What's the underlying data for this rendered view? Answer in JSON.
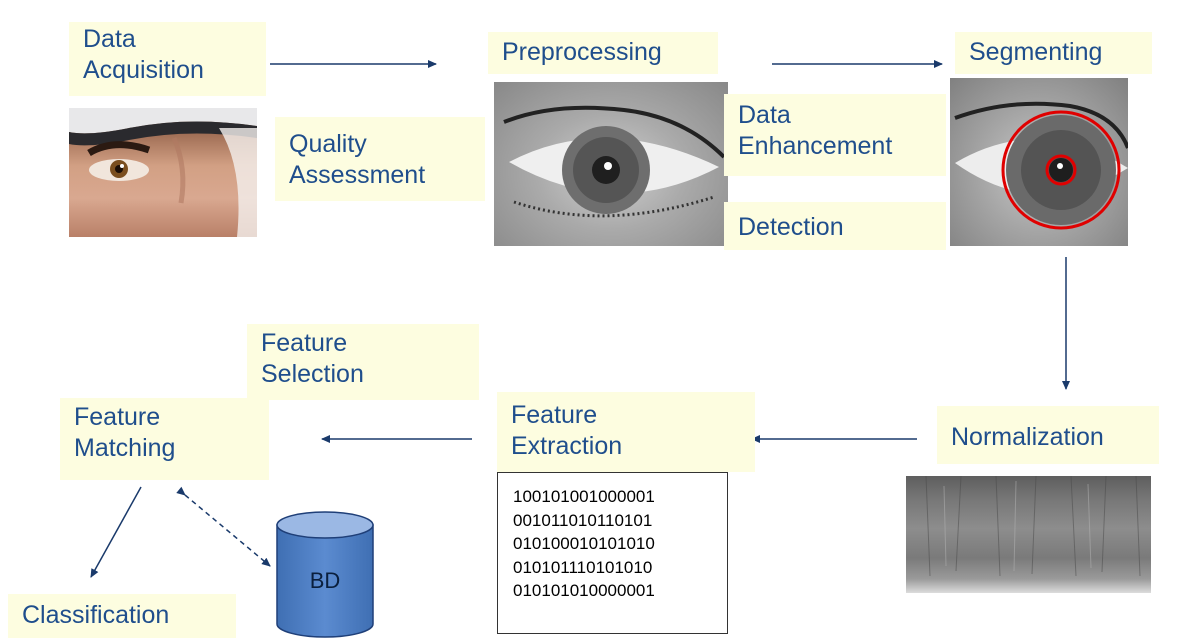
{
  "stages": {
    "data_acquisition": "Data\nAcquisition",
    "quality_assessment": "Quality\nAssessment",
    "preprocessing": "Preprocessing",
    "data_enhancement": "Data\nEnhancement",
    "detection": "Detection",
    "segmenting": "Segmenting",
    "normalization": "Normalization",
    "feature_extraction": "Feature\nExtraction",
    "feature_selection": "Feature\nSelection",
    "feature_matching": "Feature\nMatching",
    "classification": "Classification"
  },
  "database_label": "BD",
  "code_lines": [
    "100101001000001",
    "001011010110101",
    "010100010101010",
    "010101110101010",
    "010101010000001"
  ],
  "colors": {
    "label_text": "#1f4e8c",
    "label_bg": "#fdfde0",
    "arrow": "#1a3a6b",
    "segment_ring": "#e00000",
    "cylinder": "#4a7bc0"
  }
}
